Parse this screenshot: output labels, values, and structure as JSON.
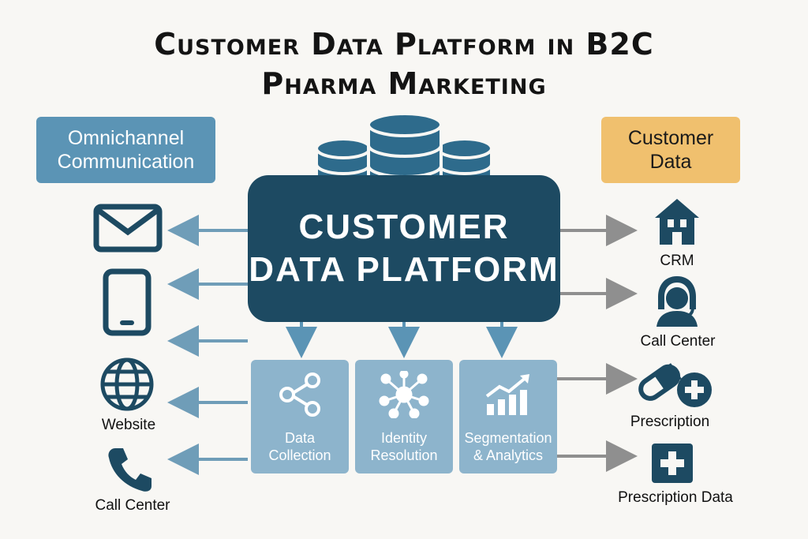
{
  "title": {
    "line1": "Customer Data Platform in B2C",
    "line2": "Pharma Marketing"
  },
  "left_header": "Omnichannel\nCommunication",
  "right_header": "Customer\nData",
  "core": {
    "line1": "CUSTOMER",
    "line2": "DATA PLATFORM"
  },
  "modules": [
    {
      "label": "Data\nCollection",
      "icon": "share-network-icon"
    },
    {
      "label": "Identity\nResolution",
      "icon": "hub-network-icon"
    },
    {
      "label": "Segmentation\n& Analytics",
      "icon": "bar-chart-trend-icon"
    }
  ],
  "left_channels": [
    {
      "label": "",
      "icon": "envelope-icon"
    },
    {
      "label": "",
      "icon": "tablet-icon"
    },
    {
      "label": "Website",
      "icon": "globe-icon"
    },
    {
      "label": "Call Center",
      "icon": "phone-icon"
    }
  ],
  "right_sources": [
    {
      "label": "CRM",
      "icon": "building-icon"
    },
    {
      "label": "Call Center",
      "icon": "agent-headset-icon"
    },
    {
      "label": "Prescription",
      "icon": "pill-plus-icon"
    },
    {
      "label": "Prescription Data",
      "icon": "medical-cross-icon"
    }
  ],
  "colors": {
    "background": "#f8f7f4",
    "core": "#1d4a62",
    "left_header": "#5b94b5",
    "right_header": "#f0c06e",
    "module": "#8db4cc",
    "arrow_left": "#6f9db8",
    "arrow_right": "#8f8f8f",
    "icon": "#1d4a62"
  }
}
